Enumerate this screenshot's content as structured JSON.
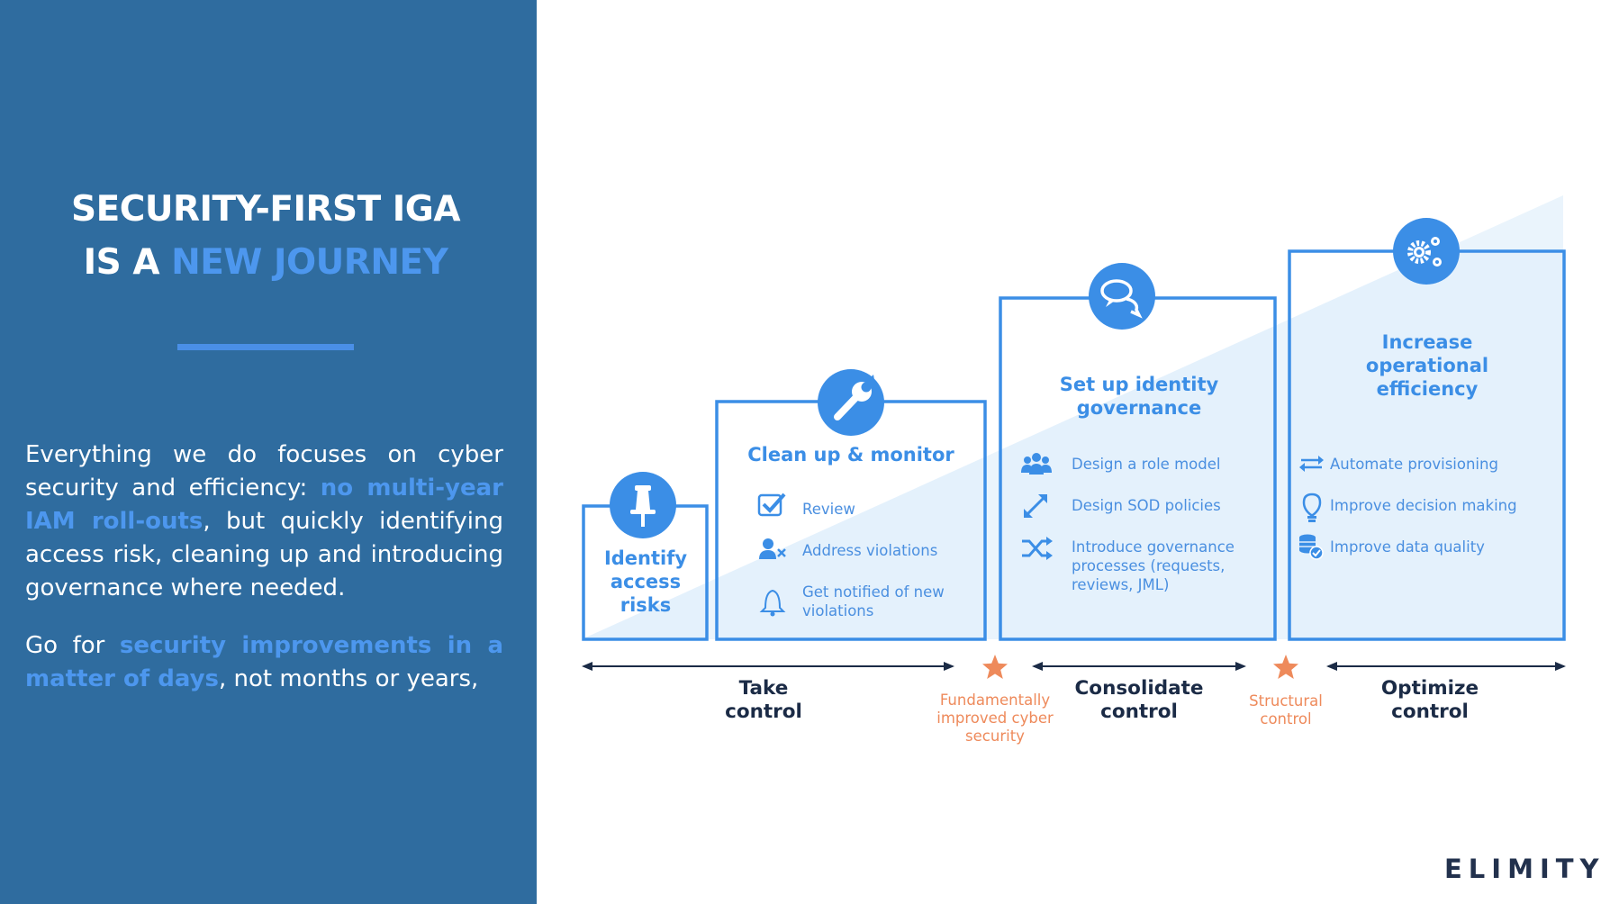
{
  "title": {
    "line1": "SECURITY-FIRST IGA",
    "line2_plain": "IS A ",
    "line2_accent": "NEW JOURNEY"
  },
  "intro": {
    "p1_a": "Everything we do focuses on cyber security and efficiency: ",
    "p1_hl": "no multi-year IAM roll-outs",
    "p1_b": ", but quickly identifying access risk, cleaning up and introducing governance where needed.",
    "p2_a": "Go for ",
    "p2_hl": "security improvements in a matter of days",
    "p2_b": ", not months or years,"
  },
  "steps": [
    {
      "title": "Identify access risks",
      "icon": "pushpin-icon",
      "items": []
    },
    {
      "title": "Clean up & monitor",
      "icon": "wrench-icon",
      "items": [
        {
          "icon": "checkbox-icon",
          "text": "Review"
        },
        {
          "icon": "user-remove-icon",
          "text": "Address violations"
        },
        {
          "icon": "bell-icon",
          "text": "Get notified of new violations"
        }
      ]
    },
    {
      "title": "Set up identity governance",
      "icon": "chat-bubbles-icon",
      "items": [
        {
          "icon": "users-icon",
          "text": "Design a role model"
        },
        {
          "icon": "expand-arrows-icon",
          "text": "Design SOD policies"
        },
        {
          "icon": "shuffle-icon",
          "text": "Introduce governance processes (requests, reviews, JML)"
        }
      ]
    },
    {
      "title": "Increase operational efficiency",
      "icon": "gears-icon",
      "items": [
        {
          "icon": "exchange-arrows-icon",
          "text": "Automate provisioning"
        },
        {
          "icon": "lightbulb-icon",
          "text": "Improve decision making"
        },
        {
          "icon": "database-check-icon",
          "text": "Improve data quality"
        }
      ]
    }
  ],
  "phases": [
    {
      "label": "Take control"
    },
    {
      "label": "Consolidate control"
    },
    {
      "label": "Optimize control"
    }
  ],
  "milestones": [
    {
      "label": "Fundamentally improved cyber security",
      "icon": "star-icon"
    },
    {
      "label": "Structural control",
      "icon": "star-icon"
    }
  ],
  "logo": "ELIMITY",
  "colors": {
    "panel": "#2f6c9f",
    "accent": "#3b8ee6",
    "fill": "#eaf4fc",
    "milestone": "#ee8a5b",
    "dark": "#1b2b46"
  }
}
